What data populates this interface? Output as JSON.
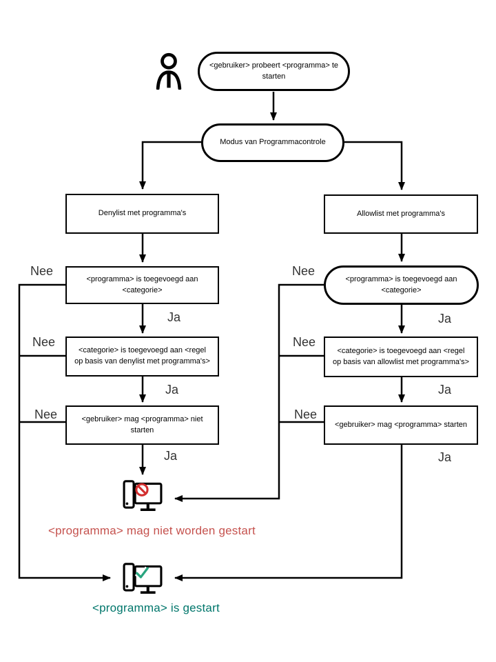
{
  "nodes": {
    "start": "<gebruiker> probeert <programma> te starten",
    "mode": "Modus van Programmacontrole",
    "denylist_title": "Denylist met programma's",
    "denylist_step1": "<programma> is toegevoegd aan <categorie>",
    "denylist_step2": "<categorie> is toegevoegd aan <regel op basis van denylist met programma's>",
    "denylist_step3": "<gebruiker> mag <programma> niet starten",
    "allowlist_title": "Allowlist met programma's",
    "allowlist_step1": "<programma> is toegevoegd aan <categorie>",
    "allowlist_step2": "<categorie> is toegevoegd aan <regel op basis van allowlist met programma's>",
    "allowlist_step3": "<gebruiker> mag <programma> starten"
  },
  "labels": {
    "yes": "Ja",
    "no": "Nee"
  },
  "outcomes": {
    "blocked": "<programma> mag niet worden gestart",
    "started": "<programma> is gestart"
  },
  "icons": {
    "person": "person-icon",
    "blocked": "computer-blocked-icon (prohibition badge)",
    "started": "computer-started-icon (checkmark badge)"
  },
  "colors": {
    "blocked_text": "#c5524e",
    "started_text": "#00766b",
    "blocked_badge": "#d22f2f",
    "started_badge": "#29a57f",
    "line": "#000000"
  }
}
